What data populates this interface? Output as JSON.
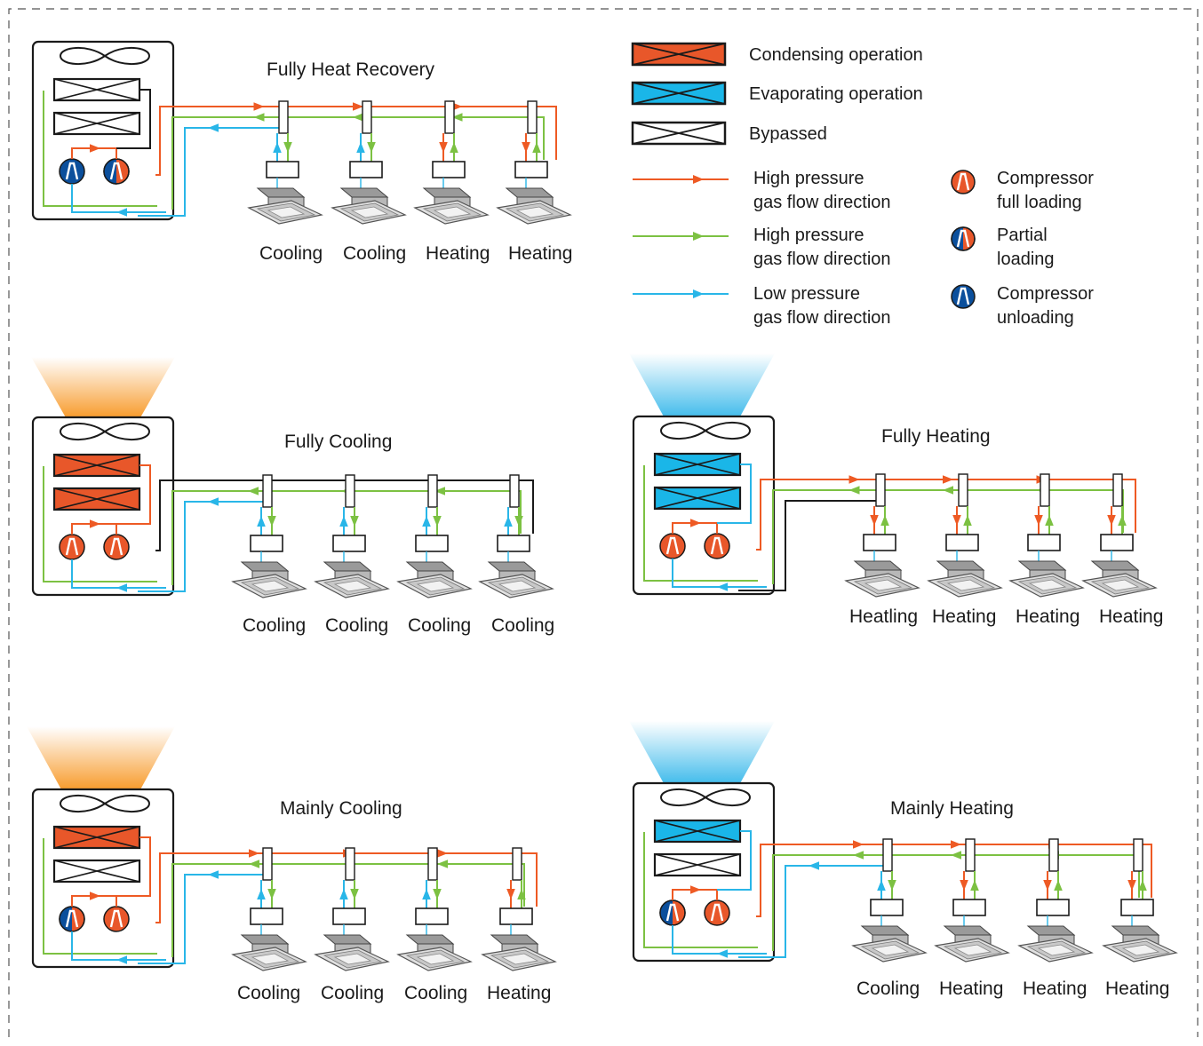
{
  "colors": {
    "condensing": "#e8572a",
    "evaporating": "#1ab6e8",
    "high_gas": "#ee5a24",
    "high_liquid": "#7cc142",
    "low_gas": "#29b6e8",
    "line": "#1a1a1a",
    "compressor_full": "#e8572a",
    "compressor_off": "#0b4f9c",
    "heat_glow": "#f7941d",
    "cool_glow": "#35b7ea"
  },
  "legend": {
    "condensing": "Condensing operation",
    "evaporating": "Evaporating operation",
    "bypassed": "Bypassed",
    "flows": [
      {
        "l1": "High pressure",
        "l2": "gas flow direction",
        "color": "high_gas"
      },
      {
        "l1": "High pressure",
        "l2": "gas flow direction",
        "color": "high_liquid"
      },
      {
        "l1": "Low pressure",
        "l2": "gas flow direction",
        "color": "low_gas"
      }
    ],
    "compressors": [
      {
        "l1": "Compressor",
        "l2": "full loading",
        "state": "full"
      },
      {
        "l1": "Partial",
        "l2": "loading",
        "state": "partial"
      },
      {
        "l1": "Compressor",
        "l2": "unloading",
        "state": "off"
      }
    ]
  },
  "modes": [
    {
      "id": "fully-heat-recovery",
      "title": "Fully Heat Recovery",
      "glow": "none",
      "coils": [
        "bypassed",
        "bypassed"
      ],
      "compressors": [
        "off",
        "partial"
      ],
      "units": [
        "Cooling",
        "Cooling",
        "Heating",
        "Heating"
      ]
    },
    {
      "id": "fully-cooling",
      "title": "Fully Cooling",
      "glow": "heat",
      "coils": [
        "condensing",
        "condensing"
      ],
      "compressors": [
        "full",
        "full"
      ],
      "units": [
        "Cooling",
        "Cooling",
        "Cooling",
        "Cooling"
      ]
    },
    {
      "id": "fully-heating",
      "title": "Fully Heating",
      "glow": "cool",
      "coils": [
        "evaporating",
        "evaporating"
      ],
      "compressors": [
        "full",
        "full"
      ],
      "units": [
        "Heatling",
        "Heating",
        "Heating",
        "Heating"
      ]
    },
    {
      "id": "mainly-cooling",
      "title": "Mainly Cooling",
      "glow": "heat",
      "coils": [
        "condensing",
        "bypassed"
      ],
      "compressors": [
        "partial",
        "full"
      ],
      "units": [
        "Cooling",
        "Cooling",
        "Cooling",
        "Heating"
      ]
    },
    {
      "id": "mainly-heating",
      "title": "Mainly Heating",
      "glow": "cool",
      "coils": [
        "evaporating",
        "bypassed"
      ],
      "compressors": [
        "partial",
        "full"
      ],
      "units": [
        "Cooling",
        "Heating",
        "Heating",
        "Heating"
      ]
    }
  ]
}
